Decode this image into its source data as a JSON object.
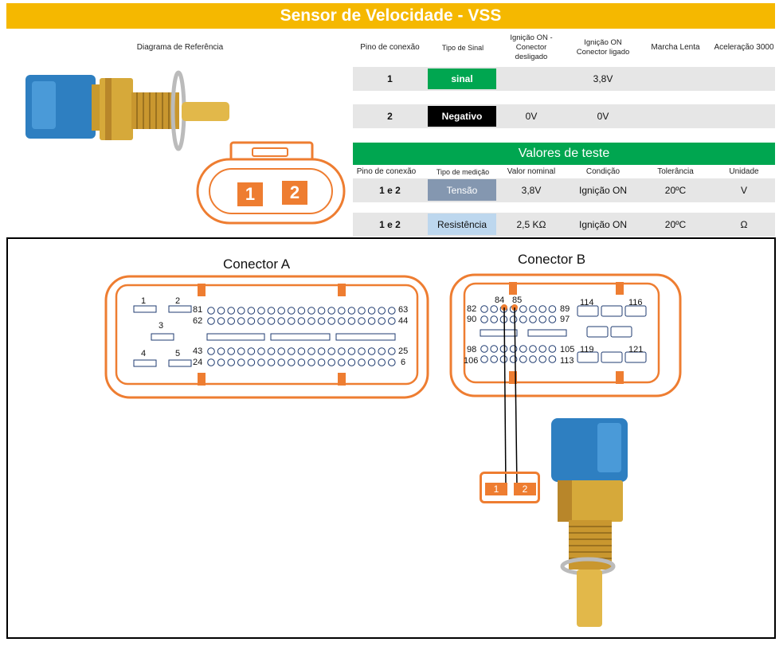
{
  "title": "Sensor de Velocidade - VSS",
  "ref_header": "Diagrama de Referência",
  "table_headers": [
    "Pino de conexão",
    "Tipo de Sinal",
    "Ignição ON - Conector desligado",
    "Ignição ON Conector ligado",
    "Marcha Lenta",
    "Aceleração 3000"
  ],
  "rows": [
    {
      "pin": "1",
      "type": "sinal",
      "off": "",
      "on": "3,8V",
      "idle": "",
      "accel": ""
    },
    {
      "pin": "2",
      "type": "Negativo",
      "off": "0V",
      "on": "0V",
      "idle": "",
      "accel": ""
    }
  ],
  "test_title": "Valores de teste",
  "test_headers": [
    "Pino de conexão",
    "Tipo de medição",
    "Valor nominal",
    "Condição",
    "Tolerância",
    "Unidade"
  ],
  "test_rows": [
    {
      "pin": "1 e 2",
      "type": "Tensão",
      "value": "3,8V",
      "cond": "Ignição ON",
      "tol": "20ºC",
      "unit": "V"
    },
    {
      "pin": "1 e 2",
      "type": "Resistência",
      "value": "2,5 KΩ",
      "cond": "Ignição ON",
      "tol": "20ºC",
      "unit": "Ω"
    }
  ],
  "sensor_connector_pins": [
    "1",
    "2"
  ],
  "connector_a": {
    "label": "Conector A",
    "pins_left": [
      "1",
      "2",
      "3",
      "4",
      "5"
    ],
    "row_nums": {
      "r1l": "81",
      "r1r": "63",
      "r2l": "62",
      "r2r": "44",
      "r3l": "43",
      "r3r": "25",
      "r4l": "24",
      "r4r": "6"
    }
  },
  "connector_b": {
    "label": "Conector B",
    "nums": {
      "n82": "82",
      "n84": "84",
      "n85": "85",
      "n89": "89",
      "n90": "90",
      "n97": "97",
      "n98": "98",
      "n105": "105",
      "n106": "106",
      "n113": "113",
      "n114": "114",
      "n116": "116",
      "n119": "119",
      "n121": "121"
    }
  },
  "wire_pins": [
    "1",
    "2"
  ],
  "colors": {
    "accent": "#ee7d31",
    "banner": "#f5b800",
    "green": "#00a650",
    "negativo": "#000000",
    "tensao": "#8497b0",
    "resistencia": "#bdd7ee"
  }
}
